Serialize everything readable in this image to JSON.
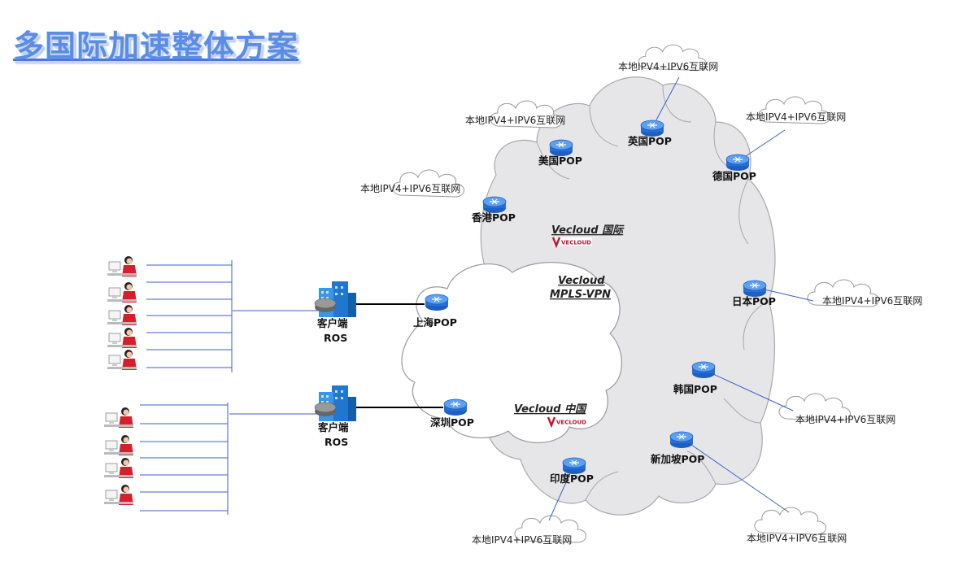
{
  "title": "多国际加速整体方案",
  "clouds": {
    "international": "Vecloud  国际",
    "mpls_line1": "Vecloud",
    "mpls_line2": "MPLS-VPN",
    "china": "Vecloud  中国",
    "logo_text": "VECLOUD"
  },
  "internet_label": "本地IPV4+IPV6互联网",
  "pops": {
    "uk": "英国POP",
    "us": "美国POP",
    "de": "德国POP",
    "hk": "香港POP",
    "jp": "日本POP",
    "kr": "韩国POP",
    "sg": "新加坡POP",
    "in": "印度POP",
    "sh": "上海POP",
    "sz": "深圳POP"
  },
  "clients": [
    {
      "line1": "客户端",
      "line2": "ROS"
    },
    {
      "line1": "客户端",
      "line2": "ROS"
    }
  ],
  "colors": {
    "title": "#5b8de6",
    "cloud_fill": "#e8e8ea",
    "router": "#2a6ed4",
    "link": "#3b5fc9",
    "brand_red": "#c8102e"
  }
}
